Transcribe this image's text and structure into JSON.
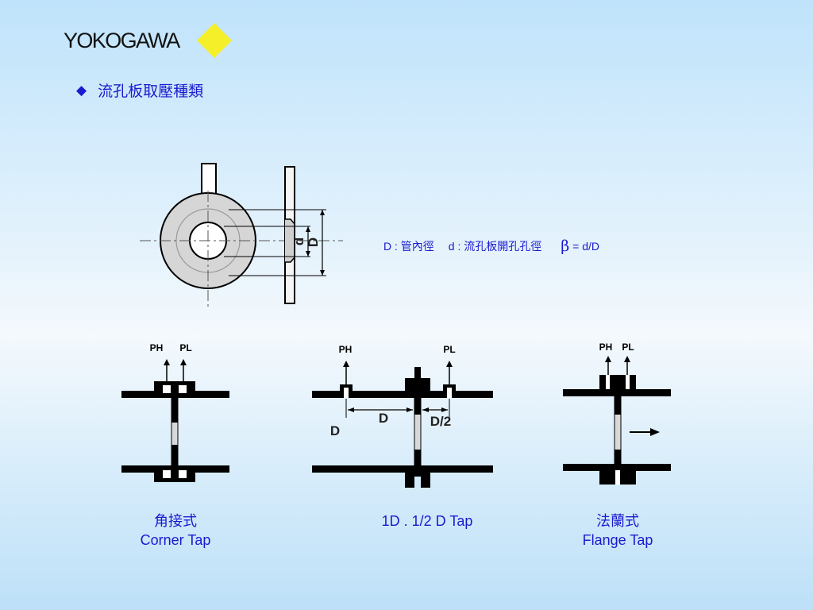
{
  "logo": {
    "text": "YOKOGAWA",
    "diamond_color": "#f5ef2a"
  },
  "title": {
    "bullet": "◆",
    "text": "流孔板取壓種類"
  },
  "plate_dimensions": {
    "small_d_label": "d",
    "large_d_label": "D",
    "legend_D": "D : 管內徑",
    "legend_d": "d : 流孔板開孔孔徑",
    "legend_beta_symbol": "β",
    "legend_beta": "= d/D"
  },
  "taps": [
    {
      "name_zh": "角接式",
      "name_en": "Corner Tap",
      "ph": "PH",
      "pl": "PL"
    },
    {
      "name": "1D . 1/2 D Tap",
      "ph": "PH",
      "pl": "PL",
      "dim_upstream": "D",
      "dim_downstream": "D/2",
      "pipe_label": "D"
    },
    {
      "name_zh": "法蘭式",
      "name_en": "Flange Tap",
      "ph": "PH",
      "pl": "PL"
    }
  ],
  "colors": {
    "text_blue": "#1a1ad0",
    "line": "#000000"
  }
}
